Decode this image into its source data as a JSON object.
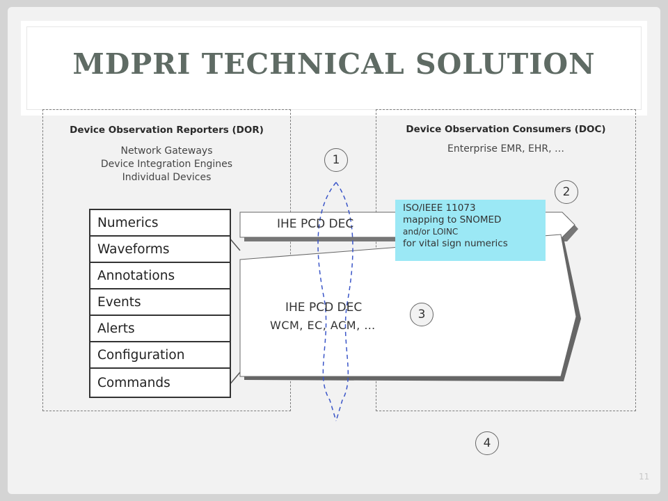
{
  "slide": {
    "title": "MDPRI TECHNICAL SOLUTION",
    "page_number": "11"
  },
  "dor_panel": {
    "heading": "Device Observation Reporters (DOR)",
    "lines": [
      "Network Gateways",
      "Device Integration  Engines",
      "Individual Devices"
    ]
  },
  "doc_panel": {
    "heading": "Device Observation Consumers (DOC)",
    "lines": [
      "Enterprise EMR, EHR, …"
    ]
  },
  "categories": [
    "Numerics",
    "Waveforms",
    "Annotations",
    "Events",
    "Alerts",
    "Configuration",
    "Commands"
  ],
  "arrows": {
    "upper_label": "IHE PCD DEC",
    "lower_label_1": "IHE PCD DEC",
    "lower_label_2": "WCM, EC, ACM, …"
  },
  "callout": {
    "line1": "ISO/IEEE 11073",
    "line2": "mapping to SNOMED",
    "line3": "and/or LOINC",
    "line4": "for vital sign numerics"
  },
  "markers": [
    "1",
    "2",
    "3",
    "4"
  ]
}
